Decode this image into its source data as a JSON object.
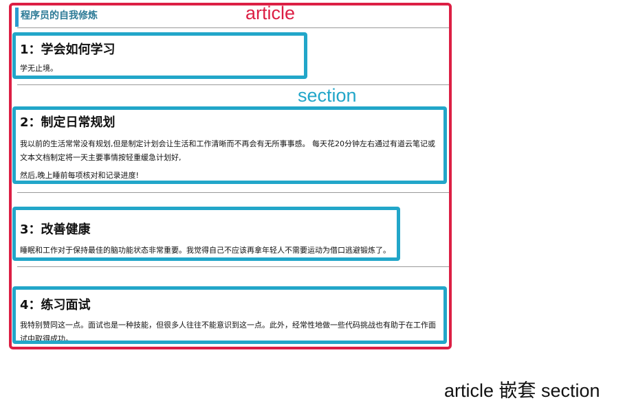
{
  "article": {
    "title": "程序员的自我修炼",
    "label": "article",
    "section_label": "section"
  },
  "sections": [
    {
      "heading": "1：学会如何学习",
      "paragraphs": [
        "学无止境。"
      ]
    },
    {
      "heading": "2：制定日常规划",
      "paragraphs": [
        "我以前的生活常常没有规划,但是制定计划会让生活和工作清晰而不再会有无所事事感。 每天花20分钟左右通过有道云笔记或文本文档制定将一天主要事情按轻重缓急计划好,",
        "然后,晚上睡前每项核对和记录进度!"
      ]
    },
    {
      "heading": "3：改善健康",
      "paragraphs": [
        "睡眠和工作对于保持最佳的脑功能状态非常重要。我觉得自己不应该再拿年轻人不需要运动为借口逃避锻炼了。"
      ]
    },
    {
      "heading": "4：练习面试",
      "paragraphs": [
        "我特别赞同这一点。面试也是一种技能，但很多人往往不能意识到这一点。此外，经常性地做一些代码挑战也有助于在工作面试中取得成功。"
      ]
    }
  ],
  "caption": "article 嵌套 section",
  "colors": {
    "article_border": "#dc1f44",
    "section_border": "#22a6c9",
    "title_text": "#2c7a96"
  }
}
